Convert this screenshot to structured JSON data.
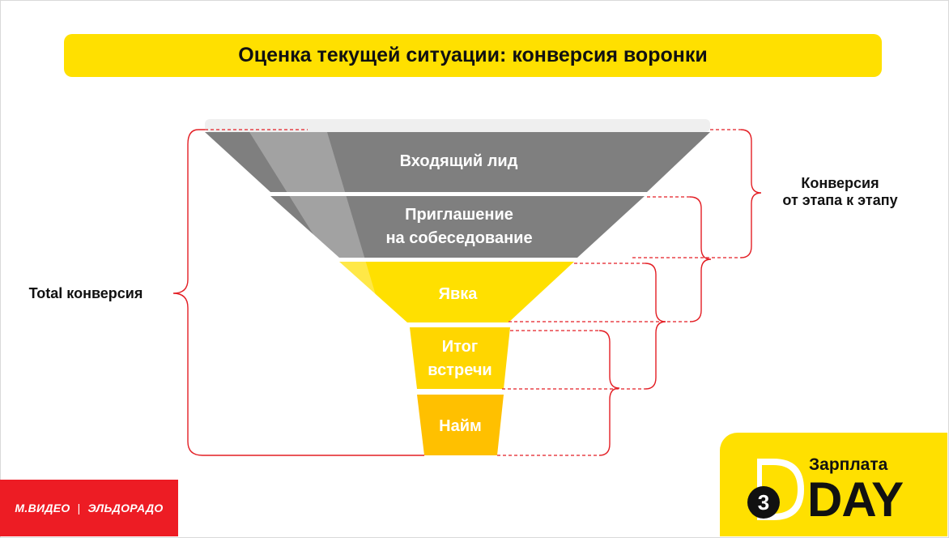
{
  "title": "Оценка текущей ситуации: конверсия воронки",
  "funnel": {
    "stages": [
      {
        "line1": "Входящий лид",
        "line2": "",
        "color": "#7f7f7f"
      },
      {
        "line1": "Приглашение",
        "line2": "на собеседование",
        "color": "#7f7f7f"
      },
      {
        "line1": "Явка",
        "line2": "",
        "color": "#ffe000"
      },
      {
        "line1": "Итог",
        "line2": "встречи",
        "color": "#ffd600"
      },
      {
        "line1": "Найм",
        "line2": "",
        "color": "#ffc000"
      }
    ],
    "bracket_color": "#e31e24"
  },
  "labels": {
    "total": "Total конверсия",
    "step_line1": "Конверсия",
    "step_line2": "от этапа к этапу"
  },
  "logos": {
    "mvideo": "М.ВИДЕО",
    "separator": "|",
    "eldorado": "ЭЛЬДОРАДО",
    "zarplata_word": "Зарплата",
    "zarplata_day": "DAY",
    "zarplata_badge": "3"
  }
}
